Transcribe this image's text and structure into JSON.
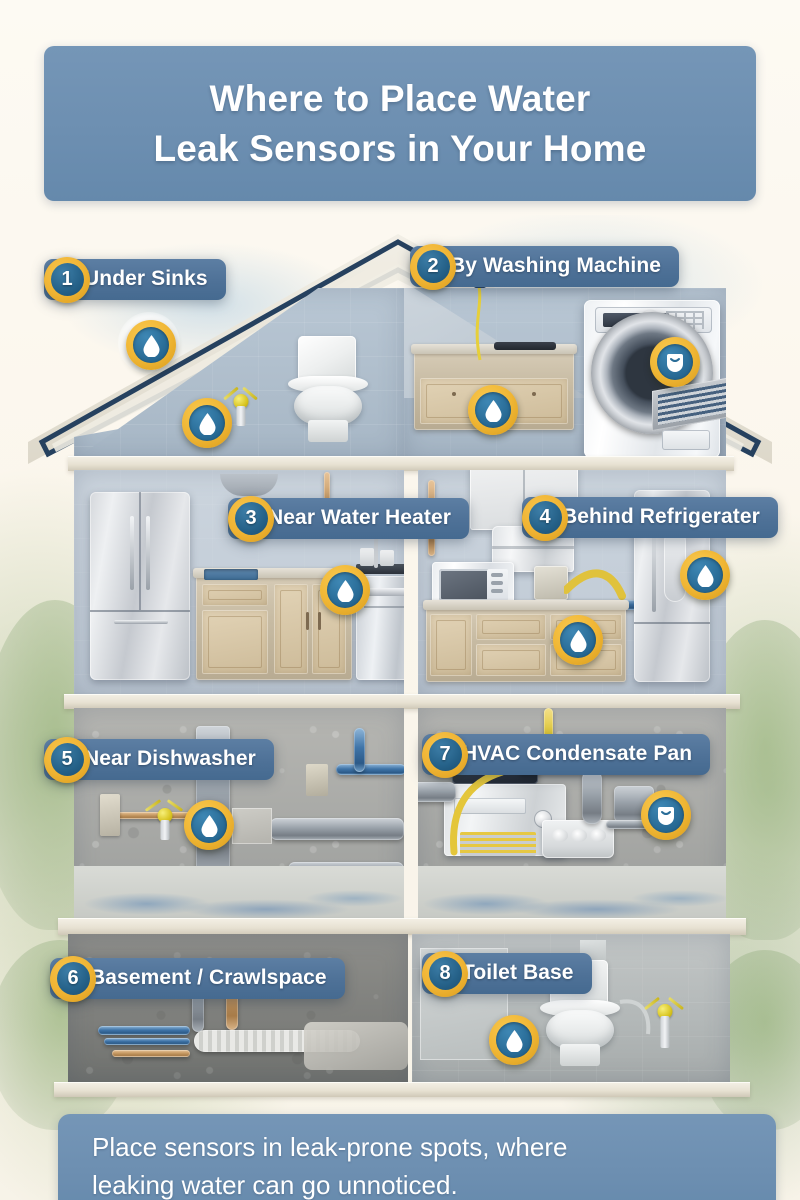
{
  "title": {
    "line1": "Where to Place Water",
    "line2": "Leak Sensors in Your Home"
  },
  "footer": {
    "line1": "Place sensors in leak-prone spots, where",
    "line2": "leaking water can go unnoticed."
  },
  "colors": {
    "banner_blue": "#6d8fb1",
    "pill_blue": "#4e7197",
    "badge_yellow": "#efb332",
    "badge_inner_blue": "#256188",
    "sensor_yellow": "#f0b634",
    "sensor_blue": "#2a6d98",
    "page_background": "#fbf7ef"
  },
  "callouts": [
    {
      "number": "1",
      "label": "Under  Sinks"
    },
    {
      "number": "2",
      "label": "By Washing Machine"
    },
    {
      "number": "3",
      "label": "Near Water Heater"
    },
    {
      "number": "4",
      "label": "Behind Refrigerater"
    },
    {
      "number": "5",
      "label": "Near Dishwasher"
    },
    {
      "number": "7",
      "label": "HVAC Condensate Pan"
    },
    {
      "number": "6",
      "label": "Basement / Crawlspace"
    },
    {
      "number": "8",
      "label": "Toilet Base"
    }
  ],
  "sensors": [
    {
      "id": "sensor-attic-sink",
      "icon": "water-drop-icon"
    },
    {
      "id": "sensor-attic-toilet",
      "icon": "water-drop-icon"
    },
    {
      "id": "sensor-laundry-cabinet",
      "icon": "water-drop-icon"
    },
    {
      "id": "sensor-washing-machine",
      "icon": "leak-device-icon"
    },
    {
      "id": "sensor-kitchen-counter",
      "icon": "water-drop-icon"
    },
    {
      "id": "sensor-gas-meter",
      "icon": "water-drop-icon"
    },
    {
      "id": "sensor-refrigerator",
      "icon": "water-drop-icon"
    },
    {
      "id": "sensor-basement-pipe",
      "icon": "water-drop-icon"
    },
    {
      "id": "sensor-hvac-pan",
      "icon": "leak-device-icon"
    },
    {
      "id": "sensor-toilet-base",
      "icon": "water-drop-icon"
    }
  ]
}
